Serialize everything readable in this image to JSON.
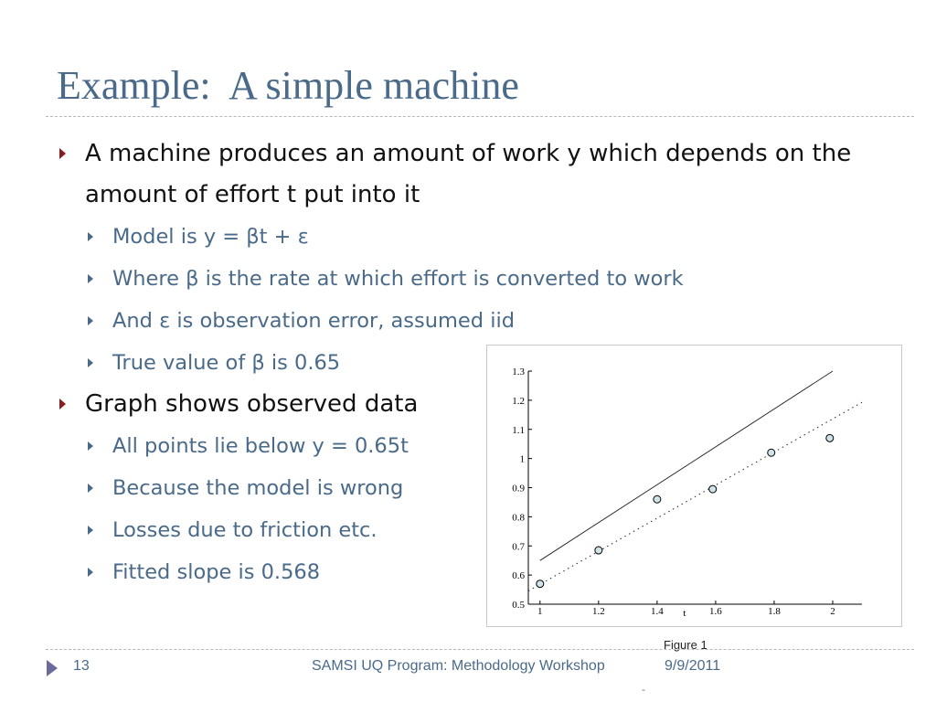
{
  "slide": {
    "title": "Example:  A simple machine",
    "bullets": [
      {
        "level": 1,
        "text": "A machine produces an amount of work y which depends on the amount of effort t put into it"
      },
      {
        "level": 2,
        "text": "Model is y = βt + ε"
      },
      {
        "level": 2,
        "text": "Where β is the rate at which effort is converted to work"
      },
      {
        "level": 2,
        "text": "And ε is observation error, assumed iid"
      },
      {
        "level": 2,
        "text": "True value of β is 0.65"
      },
      {
        "level": 1,
        "text": "Graph shows observed data"
      },
      {
        "level": 2,
        "text": "All points lie below  y = 0.65t"
      },
      {
        "level": 2,
        "text": "Because the model is wrong"
      },
      {
        "level": 2,
        "text": "Losses due to friction etc."
      },
      {
        "level": 2,
        "text": "Fitted slope is 0.568"
      }
    ],
    "figure_caption": "Figure 1"
  },
  "footer": {
    "page_number": "13",
    "center_text": "SAMSI UQ Program: Methodology Workshop",
    "date": "9/9/2011",
    "dash": "-"
  },
  "colors": {
    "title": "#4a6a8a",
    "sub_bullet_text": "#4a6a8a",
    "main_bullet_arrow": "#8a1d1d",
    "footer_icon": "#6b6a9c"
  },
  "chart_data": {
    "type": "scatter",
    "xlabel": "t",
    "ylabel": "",
    "xlim": [
      0.96,
      2.1
    ],
    "ylim": [
      0.5,
      1.3
    ],
    "x_ticks": [
      "1",
      "1.2",
      "1.4",
      "1.6",
      "1.8",
      "2"
    ],
    "x_tick_values": [
      1,
      1.2,
      1.4,
      1.6,
      1.8,
      2
    ],
    "y_ticks": [
      "0.5",
      "0.6",
      "0.7",
      "0.8",
      "0.9",
      "1",
      "1.1",
      "1.2",
      "1.3"
    ],
    "y_tick_values": [
      0.5,
      0.6,
      0.7,
      0.8,
      0.9,
      1,
      1.1,
      1.2,
      1.3
    ],
    "points": {
      "x": [
        1.0,
        1.2,
        1.4,
        1.59,
        1.79,
        1.99
      ],
      "y": [
        0.57,
        0.685,
        0.86,
        0.895,
        1.02,
        1.07
      ]
    },
    "lines": [
      {
        "style": "solid",
        "slope": 0.65,
        "x": [
          1.0,
          2.0
        ]
      },
      {
        "style": "dotted",
        "slope": 0.568,
        "x": [
          0.96,
          2.1
        ]
      }
    ],
    "grid": false
  }
}
